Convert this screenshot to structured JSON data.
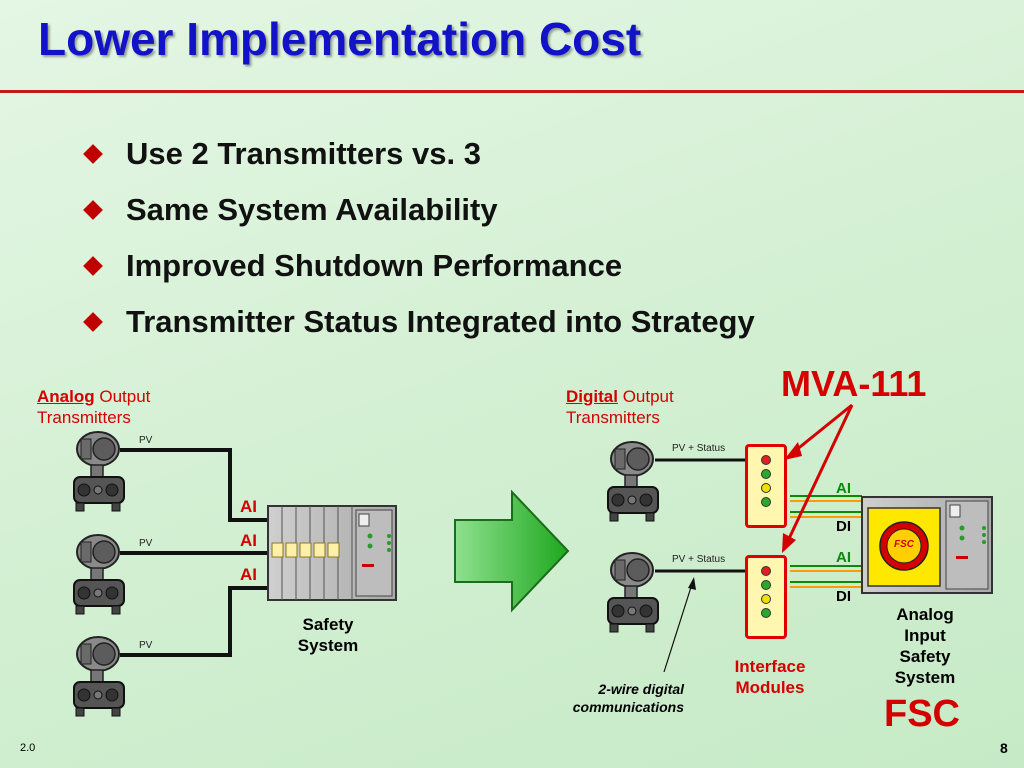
{
  "slide": {
    "title": "Lower Implementation Cost",
    "bullets": [
      "Use 2 Transmitters vs. 3",
      "Same System Availability",
      "Improved Shutdown Performance",
      "Transmitter Status Integrated into Strategy"
    ],
    "version": "2.0",
    "page_number": "8"
  },
  "left_panel": {
    "title_keyword": "Analog",
    "title_rest": "Output",
    "title_line2": "Transmitters",
    "pv_labels": [
      "PV",
      "PV",
      "PV"
    ],
    "ai_labels": [
      "AI",
      "AI",
      "AI"
    ],
    "system_caption_line1": "Safety",
    "system_caption_line2": "System"
  },
  "right_panel": {
    "title_keyword": "Digital",
    "title_rest": "Output",
    "title_line2": "Transmitters",
    "signal_labels": [
      "PV + Status",
      "PV + Status"
    ],
    "mva_label": "MVA-111",
    "channel_labels": [
      "AI",
      "DI",
      "AI",
      "DI"
    ],
    "modules_caption_line1": "Interface",
    "modules_caption_line2": "Modules",
    "comm_note_line1": "2-wire digital",
    "comm_note_line2": "communications",
    "fsc_caption": [
      "Analog",
      "Input",
      "Safety",
      "System"
    ],
    "fsc_label": "FSC",
    "fsc_badge": "FSC"
  },
  "colors": {
    "title_blue": "#1212c8",
    "accent_red": "#d40000",
    "ai_green": "#0a8a0a",
    "arrow_green": "#3cc43c",
    "module_fill": "#fff6b0",
    "fsc_yellow": "#ffe800"
  }
}
